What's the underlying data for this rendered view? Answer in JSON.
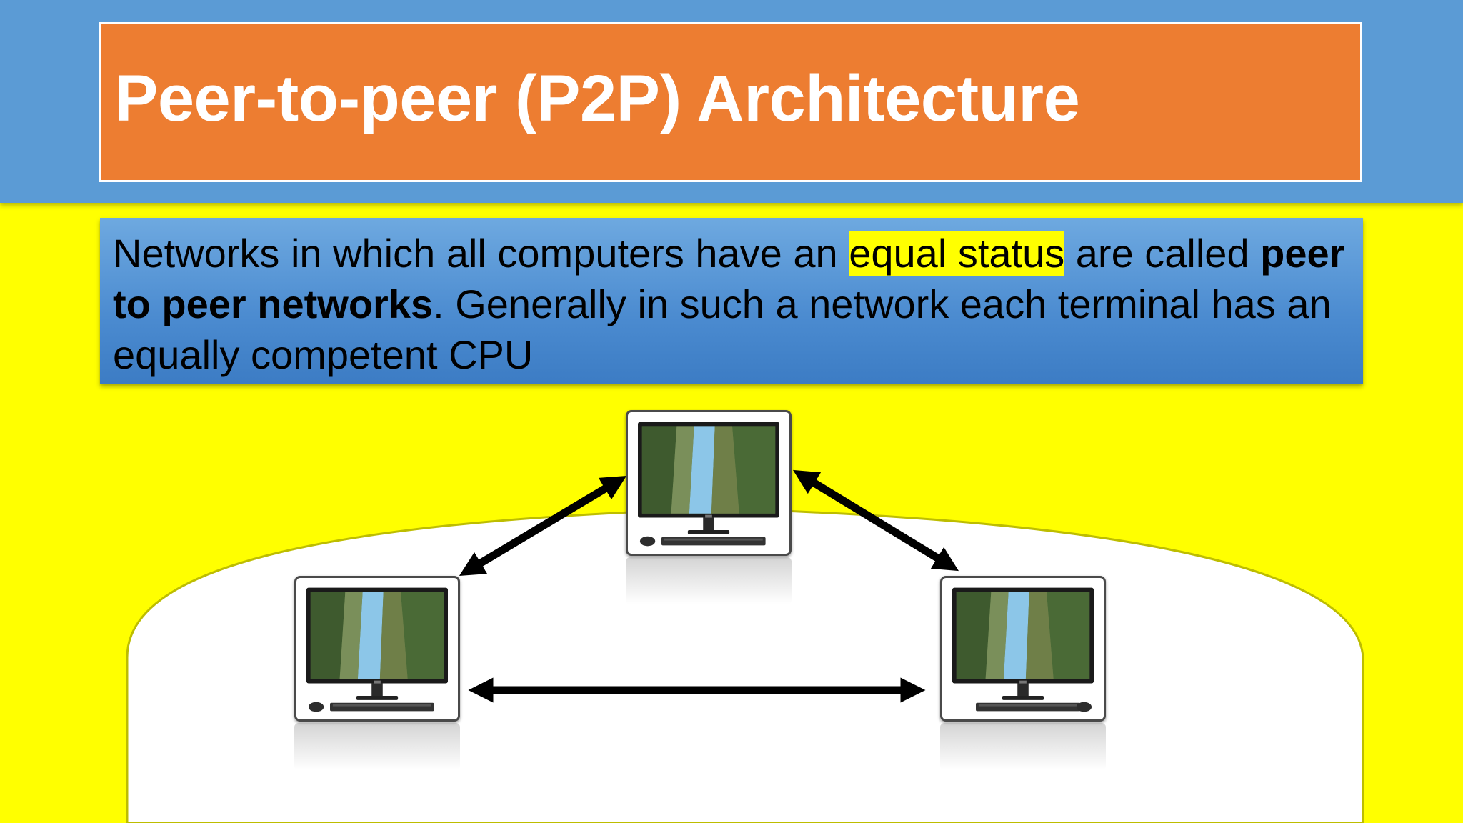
{
  "slide": {
    "title": "Peer-to-peer (P2P) Architecture",
    "description": {
      "part1": "Networks in which all computers have an ",
      "highlight": "equal status",
      "part2": " are called ",
      "bold": "peer to peer networks",
      "part3": ". Generally in such a network each terminal has an equally competent CPU"
    }
  },
  "colors": {
    "background": "#ffff00",
    "top_band": "#5b9bd5",
    "title_box": "#ed7d31",
    "description_box": "#4b8bd0",
    "highlight": "#ffff00",
    "arrow": "#000000"
  },
  "diagram": {
    "nodes": [
      "computer-top",
      "computer-left",
      "computer-right"
    ],
    "links": [
      {
        "from": "computer-top",
        "to": "computer-left",
        "direction": "both"
      },
      {
        "from": "computer-top",
        "to": "computer-right",
        "direction": "both"
      },
      {
        "from": "computer-left",
        "to": "computer-right",
        "direction": "both"
      }
    ]
  }
}
